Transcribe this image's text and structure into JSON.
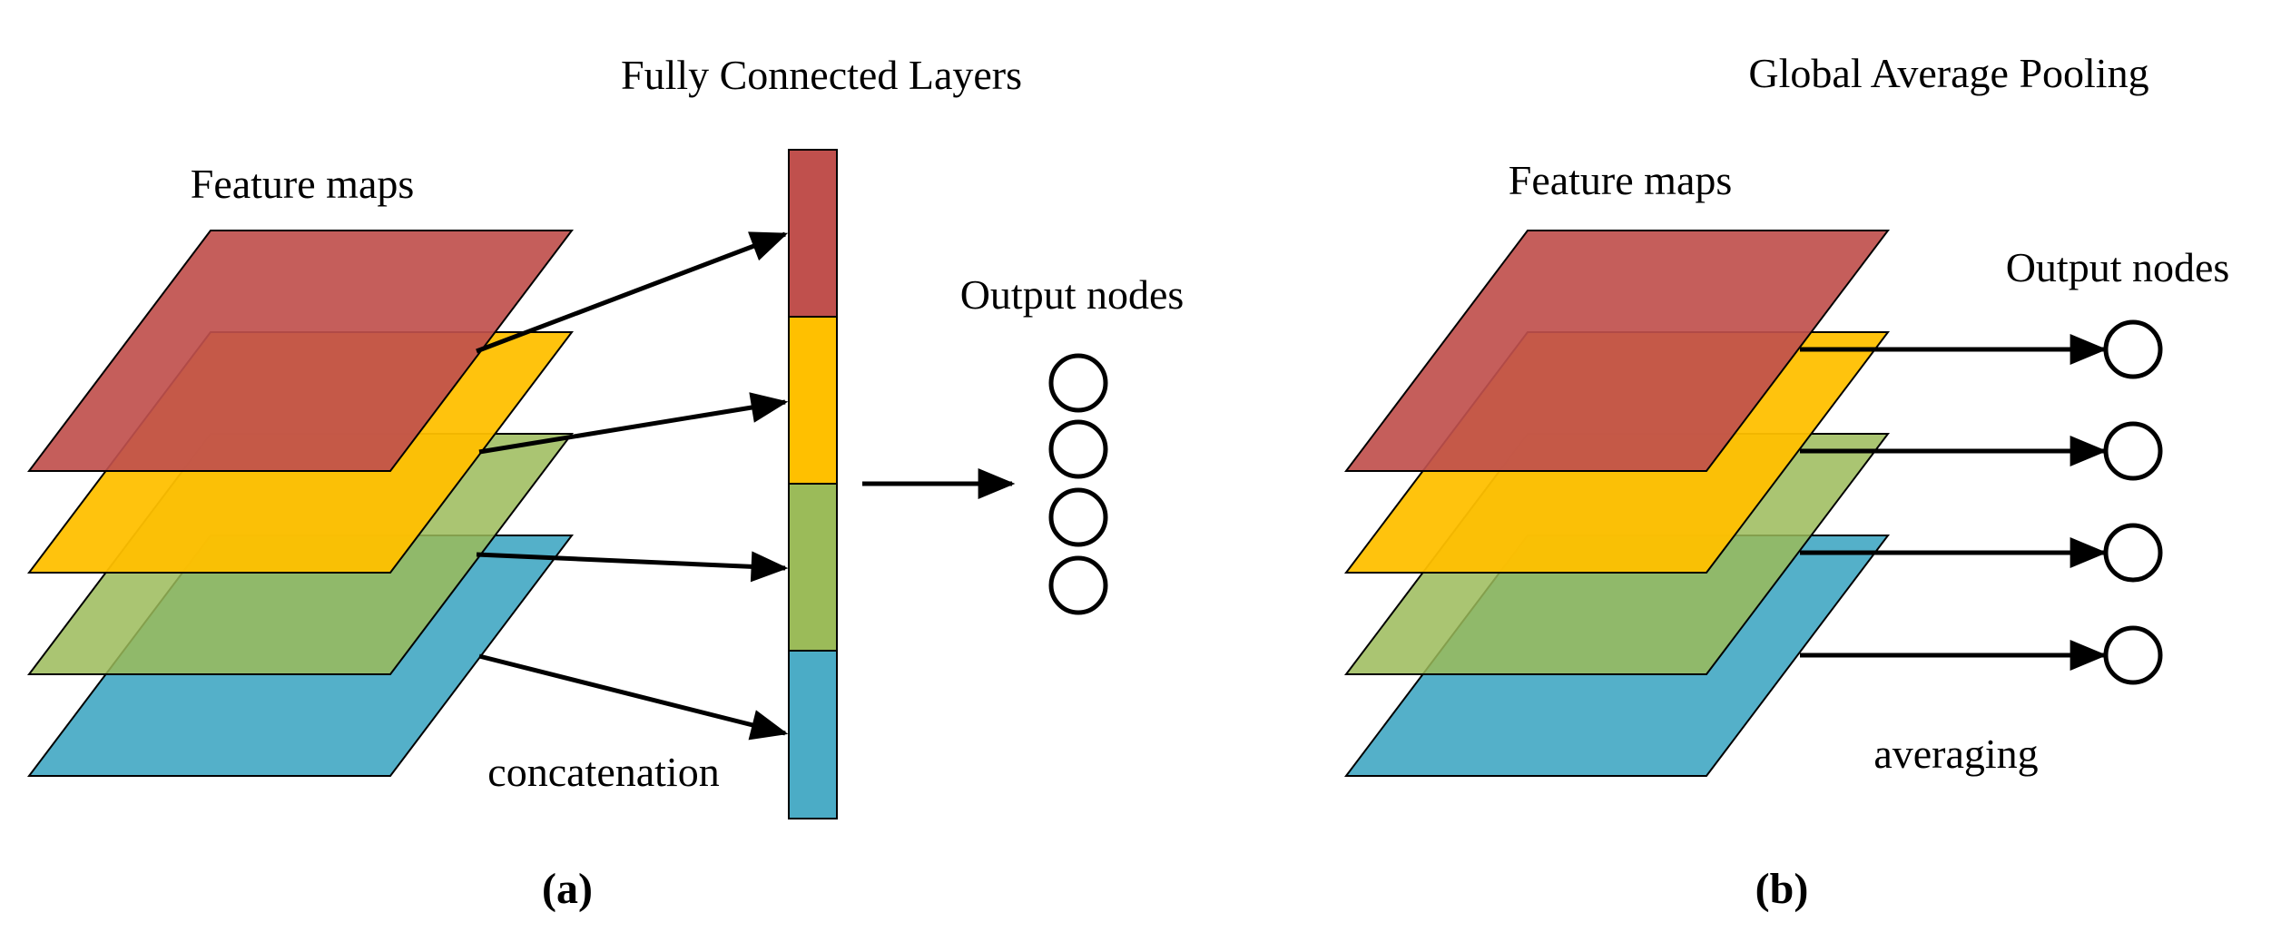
{
  "panel_a": {
    "title": "Fully Connected Layers",
    "feature_maps_label": "Feature maps",
    "output_nodes_label": "Output nodes",
    "operation_label": "concatenation",
    "caption": "(a)"
  },
  "panel_b": {
    "title": "Global Average Pooling",
    "feature_maps_label": "Feature maps",
    "output_nodes_label": "Output nodes",
    "operation_label": "averaging",
    "caption": "(b)"
  },
  "colors": {
    "red": "#C0504D",
    "yellow": "#FFC000",
    "green": "#9BBB59",
    "blue": "#4BACC6",
    "line": "#000000"
  },
  "feature_map_layers": [
    "red",
    "yellow",
    "green",
    "blue"
  ]
}
